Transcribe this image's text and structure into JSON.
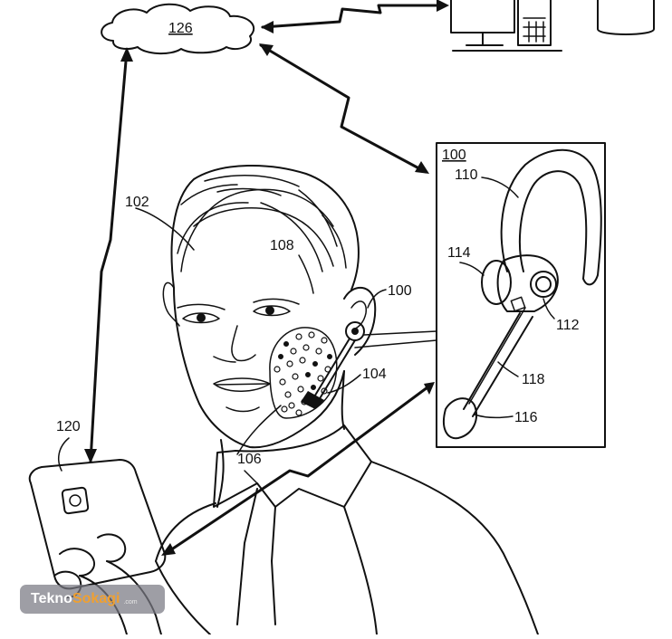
{
  "labels": {
    "network": "126",
    "user": "102",
    "cheek": "108",
    "device_on_ear": "100",
    "sensor_area": "104",
    "jaw": "106",
    "phone": "120",
    "inset_device": "100",
    "headband": "110",
    "ear_cushion": "114",
    "hinge": "112",
    "boom": "118",
    "microphone": "116"
  },
  "watermark": {
    "brand_part1": "Tekno",
    "brand_part2": "Sokagi",
    "suffix": ".com"
  },
  "colors": {
    "ink": "#111111",
    "background": "#ffffff",
    "watermark_bg": "#787882",
    "watermark_accent": "#f0a030"
  }
}
